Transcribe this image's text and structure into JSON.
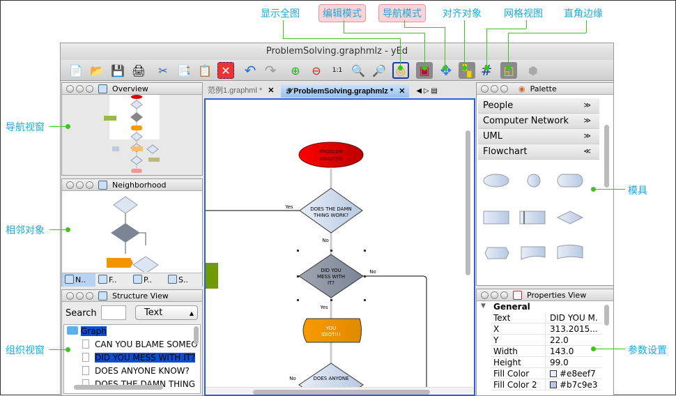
{
  "annotations": {
    "fit": "显示全图",
    "edit_mode": "编辑模式",
    "nav_mode": "导航模式",
    "align": "对齐对象",
    "grid": "网格视图",
    "ortho": "直角边缘",
    "overview": "导航视窗",
    "neighborhood": "相邻对象",
    "structure": "组织视窗",
    "palette": "模具",
    "properties": "参数设置"
  },
  "window_title": "ProblemSolving.graphmlz - yEd",
  "toolbar": [
    "new-document",
    "open-folder",
    "save",
    "print",
    "cut",
    "copy",
    "paste",
    "delete",
    "undo",
    "redo",
    "zoom-in",
    "zoom-out",
    "zoom-1-1",
    "zoom",
    "zoom-selection",
    "fit-content",
    "edit-mode",
    "navigation-mode",
    "snap-align",
    "grid",
    "orthogonal-edges",
    "plugin"
  ],
  "overview": {
    "title": "Overview"
  },
  "neighborhood": {
    "title": "Neighborhood",
    "tabs": [
      "N..",
      "F..",
      "P..",
      "S.."
    ]
  },
  "structure": {
    "title": "Structure View",
    "search_label": "Search",
    "search_value": "",
    "filter": "Text",
    "items": [
      "Graph",
      "CAN YOU BLAME SOMEO",
      "DID YOU MESS WITH IT?",
      "DOES ANYONE KNOW?",
      "DOES THE DAMN THING"
    ]
  },
  "editor": {
    "tabs": [
      "范例1.graphml *",
      "ProblemSolving.graphmlz *"
    ]
  },
  "flow": {
    "start": [
      "PROBLEM",
      "ANALYSIS"
    ],
    "d1": [
      "DOES THE DAMN",
      "THING WORK?"
    ],
    "d2": [
      "DID YOU",
      "MESS WITH",
      "IT?"
    ],
    "idiot": [
      "YOU",
      "IDIOT!!!"
    ],
    "d3": "DOES ANYONE",
    "yes": "Yes",
    "no": "No"
  },
  "palette": {
    "title": "Palette",
    "sections": [
      "People",
      "Computer Network",
      "UML",
      "Flowchart"
    ]
  },
  "properties": {
    "title": "Properties View",
    "group": "General",
    "rows": [
      {
        "k": "Text",
        "v": "DID YOU M..."
      },
      {
        "k": "X",
        "v": "313.2015..."
      },
      {
        "k": "Y",
        "v": "22.0"
      },
      {
        "k": "Width",
        "v": "143.0"
      },
      {
        "k": "Height",
        "v": "99.0"
      },
      {
        "k": "Fill Color",
        "v": "#e8eef7",
        "color": "#e8eef7"
      },
      {
        "k": "Fill Color 2",
        "v": "#b7c9e3",
        "color": "#b7c9e3"
      }
    ]
  }
}
